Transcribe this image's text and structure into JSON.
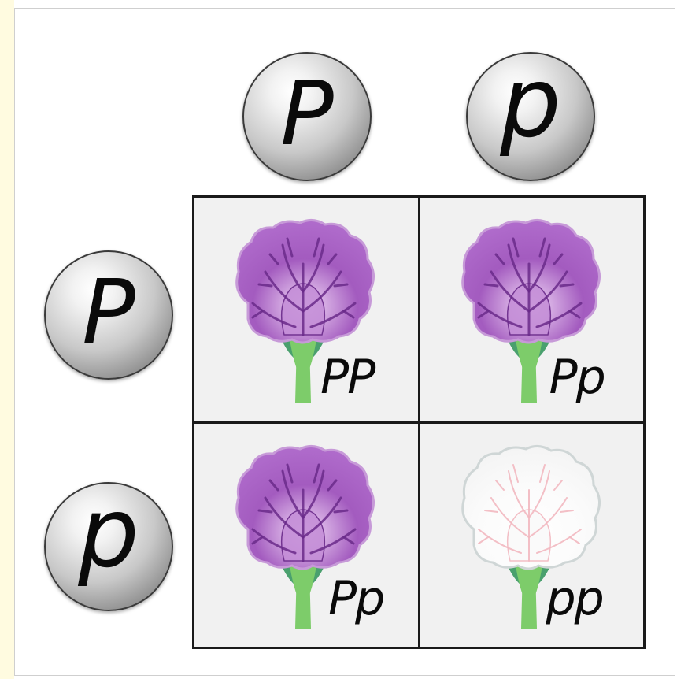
{
  "punnett_square": {
    "column_alleles": [
      "P",
      "p"
    ],
    "row_alleles": [
      "P",
      "p"
    ],
    "cells": [
      {
        "genotype": "PP",
        "flower": "purple"
      },
      {
        "genotype": "Pp",
        "flower": "purple"
      },
      {
        "genotype": "Pp",
        "flower": "purple"
      },
      {
        "genotype": "pp",
        "flower": "white"
      }
    ]
  },
  "colors": {
    "purple_petal": "#a35bbf",
    "purple_vein": "#6a2a8a",
    "white_petal": "#fbfbfb",
    "white_vein": "#f2b8c0",
    "stem": "#7dcc6a",
    "cell_background": "#f1f1f1",
    "grid_line": "#1a1a1a"
  }
}
